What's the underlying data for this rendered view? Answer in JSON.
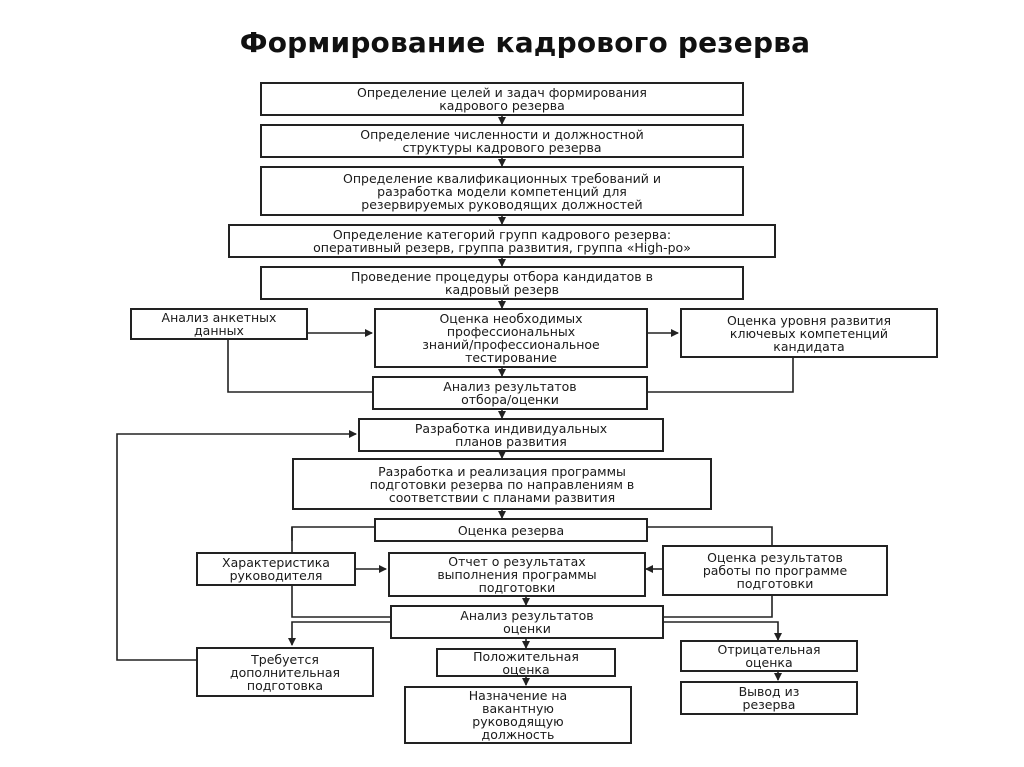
{
  "title": "Формирование кадрового резерва",
  "nodes": {
    "goals": "Определение целей и задач формирования\nкадрового резерва",
    "headcount": "Определение численности и должностной\nструктуры кадрового резерва",
    "qualification": "Определение квалификационных требований и\nразработка модели компетенций для\nрезервируемых руководящих должностей",
    "categories": "Определение категорий групп кадрового резерва:\nоперативный резерв, группа развития, группа «High-po»",
    "selection": "Проведение процедуры отбора кандидатов в\nкадровый резерв",
    "questionnaire": "Анализ анкетных\nданных",
    "knowledge_test": "Оценка необходимых\nпрофессиональных\nзнаний/профессиональное\nтестирование",
    "competency_level": "Оценка уровня развития\nключевых компетенций\nкандидата",
    "selection_analysis": "Анализ результатов\nотбора/оценки",
    "idp": "Разработка индивидуальных\nпланов развития",
    "program": "Разработка и реализация программы\nподготовки резерва по направлениям в\nсоответствии с планами развития",
    "reserve_eval": "Оценка резерва",
    "manager_char": "Характеристика\nруководителя",
    "program_report": "Отчет о результатах\nвыполнения программы\nподготовки",
    "work_results": "Оценка результатов\nработы по программе\nподготовки",
    "eval_analysis": "Анализ результатов\nоценки",
    "extra_training": "Требуется\nдополнительная\nподготовка",
    "positive": "Положительная\nоценка",
    "negative": "Отрицательная\nоценка",
    "appointment": "Назначение на\nвакантную\nруководящую\nдолжность",
    "removal": "Вывод из\nрезерва"
  }
}
